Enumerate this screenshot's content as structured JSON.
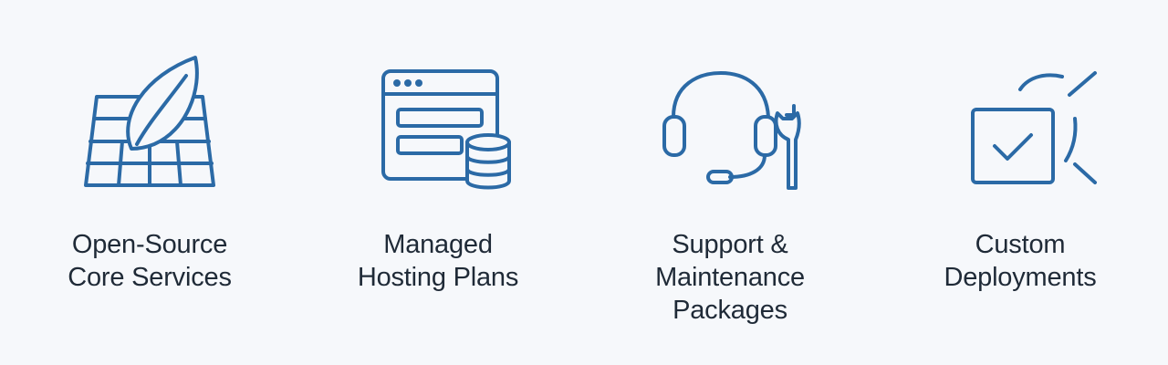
{
  "theme": {
    "icon_color": "#2b6aa6",
    "text_color": "#1f2a37",
    "background": "#f6f8fb"
  },
  "features": [
    {
      "icon": "leaf-grid-icon",
      "label_lines": [
        "Open-Source",
        "Core Services"
      ]
    },
    {
      "icon": "browser-database-icon",
      "label_lines": [
        "Managed",
        "Hosting Plans"
      ]
    },
    {
      "icon": "headset-wrench-icon",
      "label_lines": [
        "Support &",
        "Maintenance",
        "Packages"
      ]
    },
    {
      "icon": "checkbox-magnifier-icon",
      "label_lines": [
        "Custom",
        "Deployments"
      ]
    }
  ]
}
